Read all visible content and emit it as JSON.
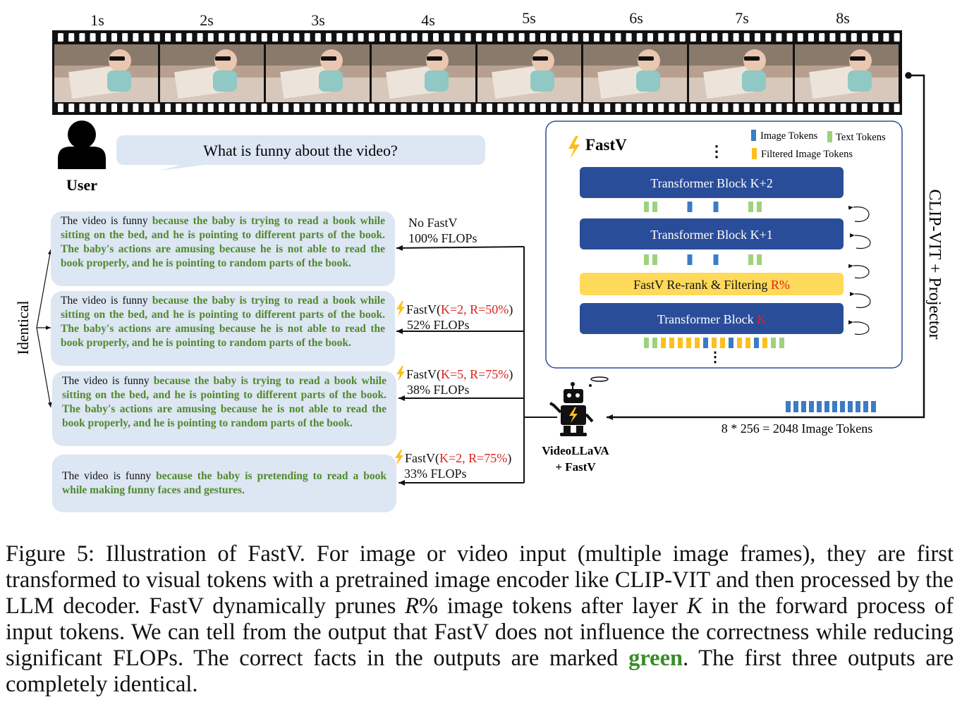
{
  "timeline": {
    "labels": [
      "1s",
      "2s",
      "3s",
      "4s",
      "5s",
      "6s",
      "7s",
      "8s"
    ]
  },
  "user": {
    "label": "User",
    "question": "What is funny about the video?"
  },
  "panel": {
    "title": "FastV",
    "dots": "⋮",
    "legend": {
      "image": "Image Tokens",
      "text": "Text Tokens",
      "filtered": "Filtered Image Tokens"
    },
    "blocks": {
      "k2": "Transformer Block K+2",
      "k1": "Transformer Block K+1",
      "rerank": "FastV Re-rank & Filtering ",
      "rerank_r": "R%",
      "k": "Transformer Block ",
      "k_k": "K"
    },
    "colors": {
      "block": "#2a4d9a",
      "rerank": "#ffd95a",
      "image_token": "#3b7cc4",
      "text_token": "#9fd27e",
      "filtered_token": "#fbbf1e"
    }
  },
  "encoder_label": "CLIP-VIT + Projector",
  "image_tokens_label": "8 * 256 = 2048 Image Tokens",
  "robot": {
    "name_line1": "VideoLLaVA",
    "name_line2": "+ FastV"
  },
  "identical_label": "Identical",
  "responses": [
    {
      "plain": "The video is funny ",
      "green": "because the baby is trying to read a book while sitting on the bed, and he is pointing to different parts of the book. The baby's actions are amusing because he is not able to read the book properly, and he is pointing to random parts of the book.",
      "tail": ""
    },
    {
      "plain": "The video is funny ",
      "green": "because the baby is trying to read a book while sitting on the bed, and he is pointing to different parts of the book. The baby's actions are amusing because he is not able to read the book properly, and he is pointing to random parts of the book.",
      "tail": ""
    },
    {
      "plain": "The video is funny ",
      "green": "because the baby is trying to read a book while sitting on the bed, and he is pointing to different parts of the book. The baby's actions are amusing because he is not able to read the book properly, and he is pointing to random parts of the book.",
      "tail": ""
    },
    {
      "plain": "The video is funny ",
      "green": "because the baby is pretending to read a book while making funny faces and gestures",
      "tail": "."
    }
  ],
  "configs": [
    {
      "name": "No FastV",
      "params": "",
      "flops": "100% FLOPs",
      "bolt": false
    },
    {
      "name": "FastV(",
      "params": "K=2, R=50%",
      "close": ")",
      "flops": "52% FLOPs",
      "bolt": true
    },
    {
      "name": "FastV(",
      "params": "K=5, R=75%",
      "close": ")",
      "flops": "38% FLOPs",
      "bolt": true
    },
    {
      "name": "FastV(",
      "params": "K=2, R=75%",
      "close": ")",
      "flops": "33% FLOPs",
      "bolt": true
    }
  ],
  "caption": {
    "part1": "Figure 5: Illustration of FastV. For image or video input (multiple image frames), they are first transformed to visual tokens with a pretrained image encoder like CLIP-VIT and then processed by the LLM decoder. FastV dynamically prunes ",
    "r": "R",
    "part2": "% image tokens after layer ",
    "k": "K",
    "part3": " in the forward process of input tokens. We can tell from the output that FastV does not influence the correctness while reducing significant FLOPs. The correct facts in the outputs are marked ",
    "green": "green",
    "part4": ". The first three outputs are completely identical."
  }
}
